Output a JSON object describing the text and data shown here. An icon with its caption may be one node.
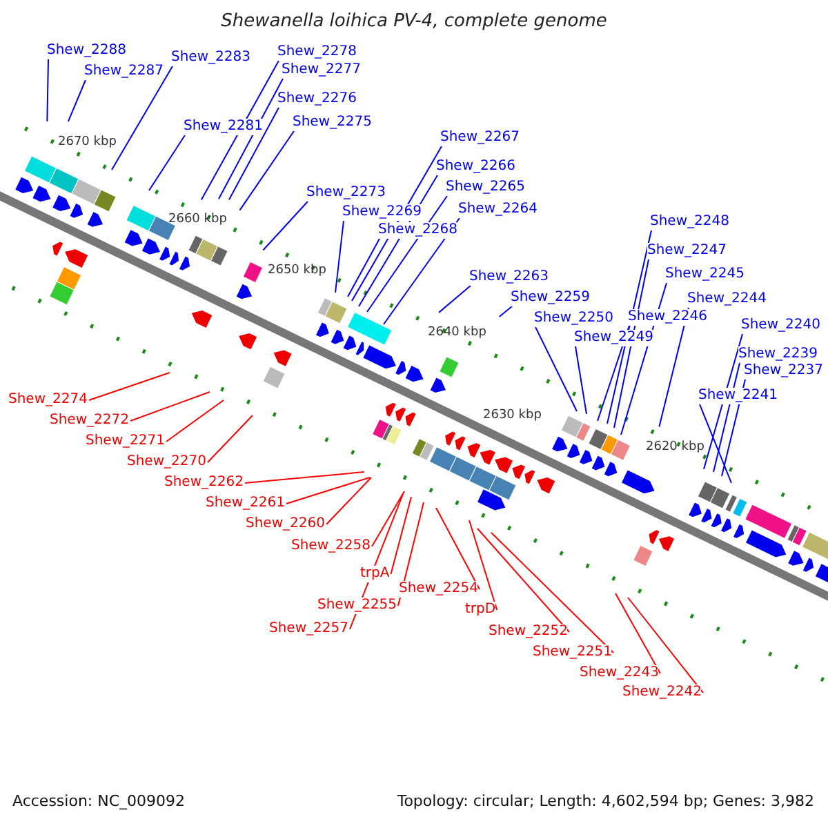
{
  "diagram": {
    "title": "Shewanella loihica PV-4, complete genome",
    "nodes": [
      {
        "text": [
          "Shew_2288"
        ]
      },
      {
        "text": [
          "Shew_2287"
        ]
      },
      {
        "text": [
          "Shew_2283"
        ]
      },
      {
        "text": [
          "Shew_2278"
        ]
      },
      {
        "text": [
          "Shew_2277"
        ]
      },
      {
        "text": [
          "Shew_2276"
        ]
      },
      {
        "text": [
          "Shew_2275"
        ]
      },
      {
        "text": [
          "Shew_2281"
        ]
      },
      {
        "text": [
          "Shew_2273"
        ]
      },
      {
        "text": [
          "Shew_2269"
        ]
      },
      {
        "text": [
          "Shew_2267"
        ]
      },
      {
        "text": [
          "Shew_2266"
        ]
      },
      {
        "text": [
          "Shew_2265"
        ]
      },
      {
        "text": [
          "Shew_2264"
        ]
      },
      {
        "text": [
          "Shew_2268"
        ]
      },
      {
        "text": [
          "Shew_2263"
        ]
      },
      {
        "text": [
          "Shew_2259"
        ]
      },
      {
        "text": [
          "Shew_2250"
        ]
      },
      {
        "text": [
          "Shew_2249"
        ]
      },
      {
        "text": [
          "Shew_2246"
        ]
      },
      {
        "text": [
          "Shew_2248"
        ]
      },
      {
        "text": [
          "Shew_2247"
        ]
      },
      {
        "text": [
          "Shew_2245"
        ]
      },
      {
        "text": [
          "Shew_2244"
        ]
      },
      {
        "text": [
          "Shew_2240"
        ]
      },
      {
        "text": [
          "Shew_2239"
        ]
      },
      {
        "text": [
          "Shew_2237"
        ]
      },
      {
        "text": [
          "Shew_2241"
        ]
      },
      {
        "text": [
          "Shew_2274"
        ]
      },
      {
        "text": [
          "Shew_2272"
        ]
      },
      {
        "text": [
          "Shew_2271"
        ]
      },
      {
        "text": [
          "Shew_2270"
        ]
      },
      {
        "text": [
          "Shew_2262"
        ]
      },
      {
        "text": [
          "Shew_2261"
        ]
      },
      {
        "text": [
          "Shew_2260"
        ]
      },
      {
        "text": [
          "Shew_2258"
        ]
      },
      {
        "text": [
          "trpA"
        ]
      },
      {
        "text": [
          "Shew_2255"
        ]
      },
      {
        "text": [
          "Shew_2257"
        ]
      },
      {
        "text": [
          "Shew_2254"
        ]
      },
      {
        "text": [
          "trpD"
        ]
      },
      {
        "text": [
          "Shew_2252"
        ]
      },
      {
        "text": [
          "Shew_2251"
        ]
      },
      {
        "text": [
          "Shew_2243"
        ]
      },
      {
        "text": [
          "Shew_2242"
        ]
      }
    ],
    "edges": [
      {
        "from": 0,
        "to": null,
        "arrow": "none"
      },
      {
        "from": 1,
        "to": null,
        "arrow": "none"
      },
      {
        "from": 2,
        "to": null,
        "arrow": "none"
      },
      {
        "from": 3,
        "to": null,
        "arrow": "none"
      },
      {
        "from": 4,
        "to": null,
        "arrow": "none"
      },
      {
        "from": 5,
        "to": null,
        "arrow": "none"
      },
      {
        "from": 6,
        "to": null,
        "arrow": "none"
      },
      {
        "from": 7,
        "to": null,
        "arrow": "none"
      },
      {
        "from": 8,
        "to": null,
        "arrow": "none"
      },
      {
        "from": 9,
        "to": null,
        "arrow": "none"
      },
      {
        "from": 10,
        "to": null,
        "arrow": "none"
      },
      {
        "from": 11,
        "to": null,
        "arrow": "none"
      },
      {
        "from": 12,
        "to": null,
        "arrow": "none"
      },
      {
        "from": 13,
        "to": null,
        "arrow": "none"
      },
      {
        "from": 14,
        "to": null,
        "arrow": "none"
      },
      {
        "from": 15,
        "to": null,
        "arrow": "none"
      },
      {
        "from": 16,
        "to": null,
        "arrow": "none"
      },
      {
        "from": 17,
        "to": null,
        "arrow": "none"
      },
      {
        "from": 18,
        "to": null,
        "arrow": "none"
      },
      {
        "from": 19,
        "to": null,
        "arrow": "none"
      },
      {
        "from": 20,
        "to": null,
        "arrow": "none"
      },
      {
        "from": 21,
        "to": null,
        "arrow": "none"
      },
      {
        "from": 22,
        "to": null,
        "arrow": "none"
      },
      {
        "from": 23,
        "to": null,
        "arrow": "none"
      },
      {
        "from": 24,
        "to": null,
        "arrow": "none"
      },
      {
        "from": 25,
        "to": null,
        "arrow": "none"
      },
      {
        "from": 26,
        "to": null,
        "arrow": "none"
      },
      {
        "from": 27,
        "to": null,
        "arrow": "none"
      },
      {
        "from": 28,
        "to": null,
        "arrow": "none",
        "color": "#ff0000"
      },
      {
        "from": 29,
        "to": null,
        "arrow": "none",
        "color": "#ff0000"
      },
      {
        "from": 30,
        "to": null,
        "arrow": "none",
        "color": "#ff0000"
      },
      {
        "from": 31,
        "to": null,
        "arrow": "none",
        "color": "#ff0000"
      },
      {
        "from": 32,
        "to": null,
        "arrow": "none",
        "color": "#ff0000"
      },
      {
        "from": 33,
        "to": null,
        "arrow": "none",
        "color": "#ff0000"
      },
      {
        "from": 34,
        "to": null,
        "arrow": "none",
        "color": "#ff0000"
      },
      {
        "from": 35,
        "to": null,
        "arrow": "none",
        "color": "#ff0000"
      },
      {
        "from": 36,
        "to": null,
        "arrow": "none",
        "color": "#ff0000"
      },
      {
        "from": 37,
        "to": null,
        "arrow": "none",
        "color": "#ff0000"
      },
      {
        "from": 38,
        "to": null,
        "arrow": "none",
        "color": "#ff0000"
      },
      {
        "from": 39,
        "to": null,
        "arrow": "none",
        "color": "#ff0000"
      },
      {
        "from": 40,
        "to": null,
        "arrow": "none",
        "color": "#ff0000"
      },
      {
        "from": 41,
        "to": null,
        "arrow": "none",
        "color": "#ff0000"
      },
      {
        "from": 42,
        "to": null,
        "arrow": "none",
        "color": "#ff0000"
      },
      {
        "from": 43,
        "to": null,
        "arrow": "none",
        "color": "#ff0000"
      },
      {
        "from": 44,
        "to": null,
        "arrow": "none",
        "color": "#ff0000"
      }
    ],
    "labels": [
      "2670 kbp",
      "2660 kbp",
      "2650 kbp",
      "2640 kbp",
      "2630 kbp",
      "2620 kbp",
      "Accession: NC_009092",
      "Topology: circular; Length: 4,602,594 bp; Genes: 3,982"
    ]
  }
}
